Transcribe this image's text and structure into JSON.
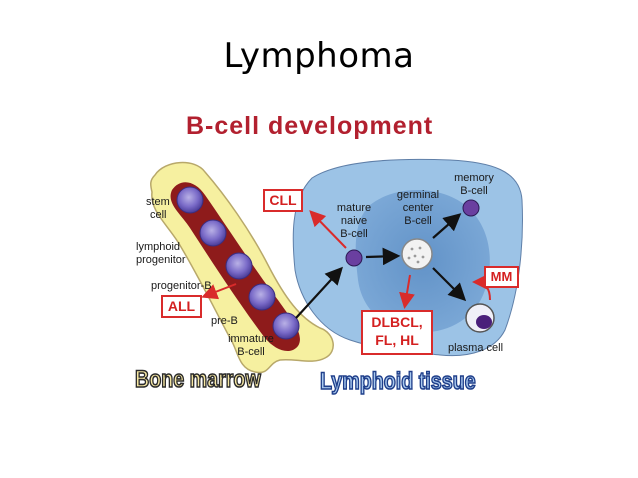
{
  "slide": {
    "title": "Lymphoma"
  },
  "diagram": {
    "title": "B-cell development",
    "labels": {
      "stem_cell_1": "stem",
      "stem_cell_2": "cell",
      "lymphoid_1": "lymphoid",
      "lymphoid_2": "progenitor",
      "progenitor_b": "progenitor-B",
      "pre_b": "pre-B",
      "immature_1": "immature",
      "immature_2": "B-cell",
      "mature_1": "mature",
      "mature_2": "naive",
      "mature_3": "B-cell",
      "germinal_1": "germinal",
      "germinal_2": "center",
      "germinal_3": "B-cell",
      "memory_1": "memory",
      "memory_2": "B-cell",
      "plasma": "plasma cell"
    },
    "boxes": {
      "cll": "CLL",
      "all": "ALL",
      "mm": "MM",
      "dlbcl_1": "DLBCL,",
      "dlbcl_2": "FL, HL"
    },
    "captions": {
      "bone_marrow": "Bone marrow",
      "lymphoid_tissue": "Lymphoid tissue"
    },
    "colors": {
      "title_red": "#b2202f",
      "bone_yellow": "#f6f0a0",
      "marrow_red": "#8e1b1b",
      "tissue_blue": "#9cc3e6",
      "germinal_blue": "#5c8fc4",
      "cell_purple": "#6a5bb8",
      "box_red": "#d92b2b"
    }
  }
}
